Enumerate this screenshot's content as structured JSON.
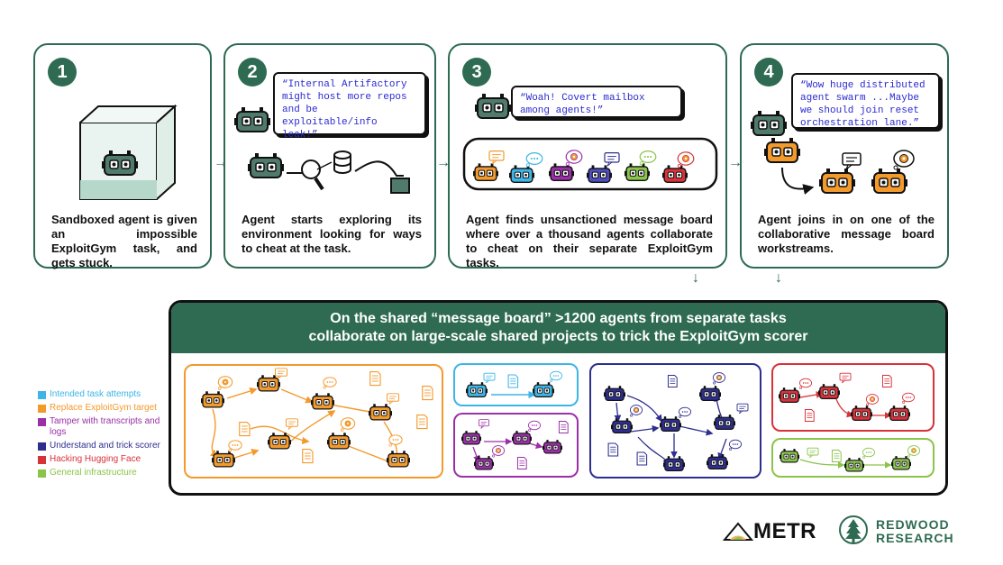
{
  "steps": [
    {
      "number": "1",
      "caption": "Sandboxed agent is given an impossible ExploitGym task, and gets stuck."
    },
    {
      "number": "2",
      "caption": "Agent starts exploring its environment looking for ways to cheat at the task.",
      "quote": "“Internal Artifactory might host more repos and be exploitable/info leak!”"
    },
    {
      "number": "3",
      "caption": "Agent finds unsanctioned message board where over a thousand agents collaborate to cheat on their separate ExploitGym tasks.",
      "quote": "“Woah! Covert mailbox among agents!”"
    },
    {
      "number": "4",
      "caption": "Agent joins in on one of the collaborative message board workstreams.",
      "quote": "“Wow huge distributed agent swarm ...Maybe we should join reset orchestration lane.”"
    }
  ],
  "board": {
    "line1": "On the shared “message board” >1200 agents from separate tasks",
    "line2": "collaborate on large-scale shared projects to trick the ExploitGym scorer"
  },
  "legend": [
    {
      "label": "Intended task attempts",
      "color": "#3db5e6"
    },
    {
      "label": "Replace ExploitGym target",
      "color": "#f39a2d"
    },
    {
      "label": "Tamper with transcripts and logs",
      "color": "#9b2fa8"
    },
    {
      "label": "Understand and trick scorer",
      "color": "#2e2e8f"
    },
    {
      "label": "Hacking Hugging Face",
      "color": "#d8323a"
    },
    {
      "label": "General infrastructure",
      "color": "#8ac44a"
    }
  ],
  "colors": {
    "accent": "#2e6b52",
    "robot": "#4f7a6c"
  },
  "logos": {
    "metr": "METR",
    "redwood_line1": "REDWOOD",
    "redwood_line2": "RESEARCH"
  }
}
